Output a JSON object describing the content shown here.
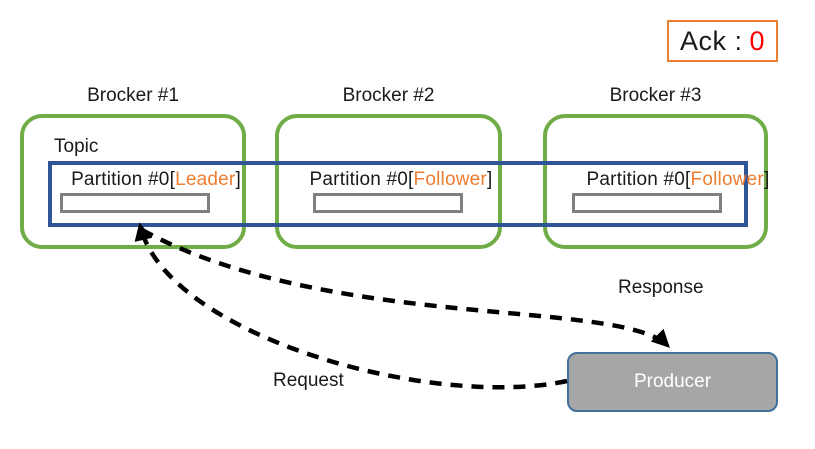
{
  "ack_box": {
    "label": "Ack :",
    "value": "0"
  },
  "topic": {
    "label": "Topic"
  },
  "brokers": [
    {
      "name": "Brocker #1",
      "partition_prefix": "Partition #0[",
      "partition_role": "Leader",
      "partition_suffix": "]"
    },
    {
      "name": "Brocker #2",
      "partition_prefix": "Partition #0[",
      "partition_role": "Follower",
      "partition_suffix": "]"
    },
    {
      "name": "Brocker #3",
      "partition_prefix": "Partition #0[",
      "partition_role": "Follower",
      "partition_suffix": "]"
    }
  ],
  "producer": {
    "label": "Producer"
  },
  "flows": {
    "request": "Request",
    "response": "Response"
  },
  "colors": {
    "broker_border": "#70AD47",
    "topic_border": "#2F5597",
    "role_text": "#ED7D31",
    "ack_border": "#ED7D31",
    "ack_value": "#FF0000",
    "slot_border": "#808080",
    "producer_fill": "#A6A6A6",
    "producer_border": "#41719C",
    "producer_text": "#FFFFFF",
    "arrow": "#000000"
  }
}
